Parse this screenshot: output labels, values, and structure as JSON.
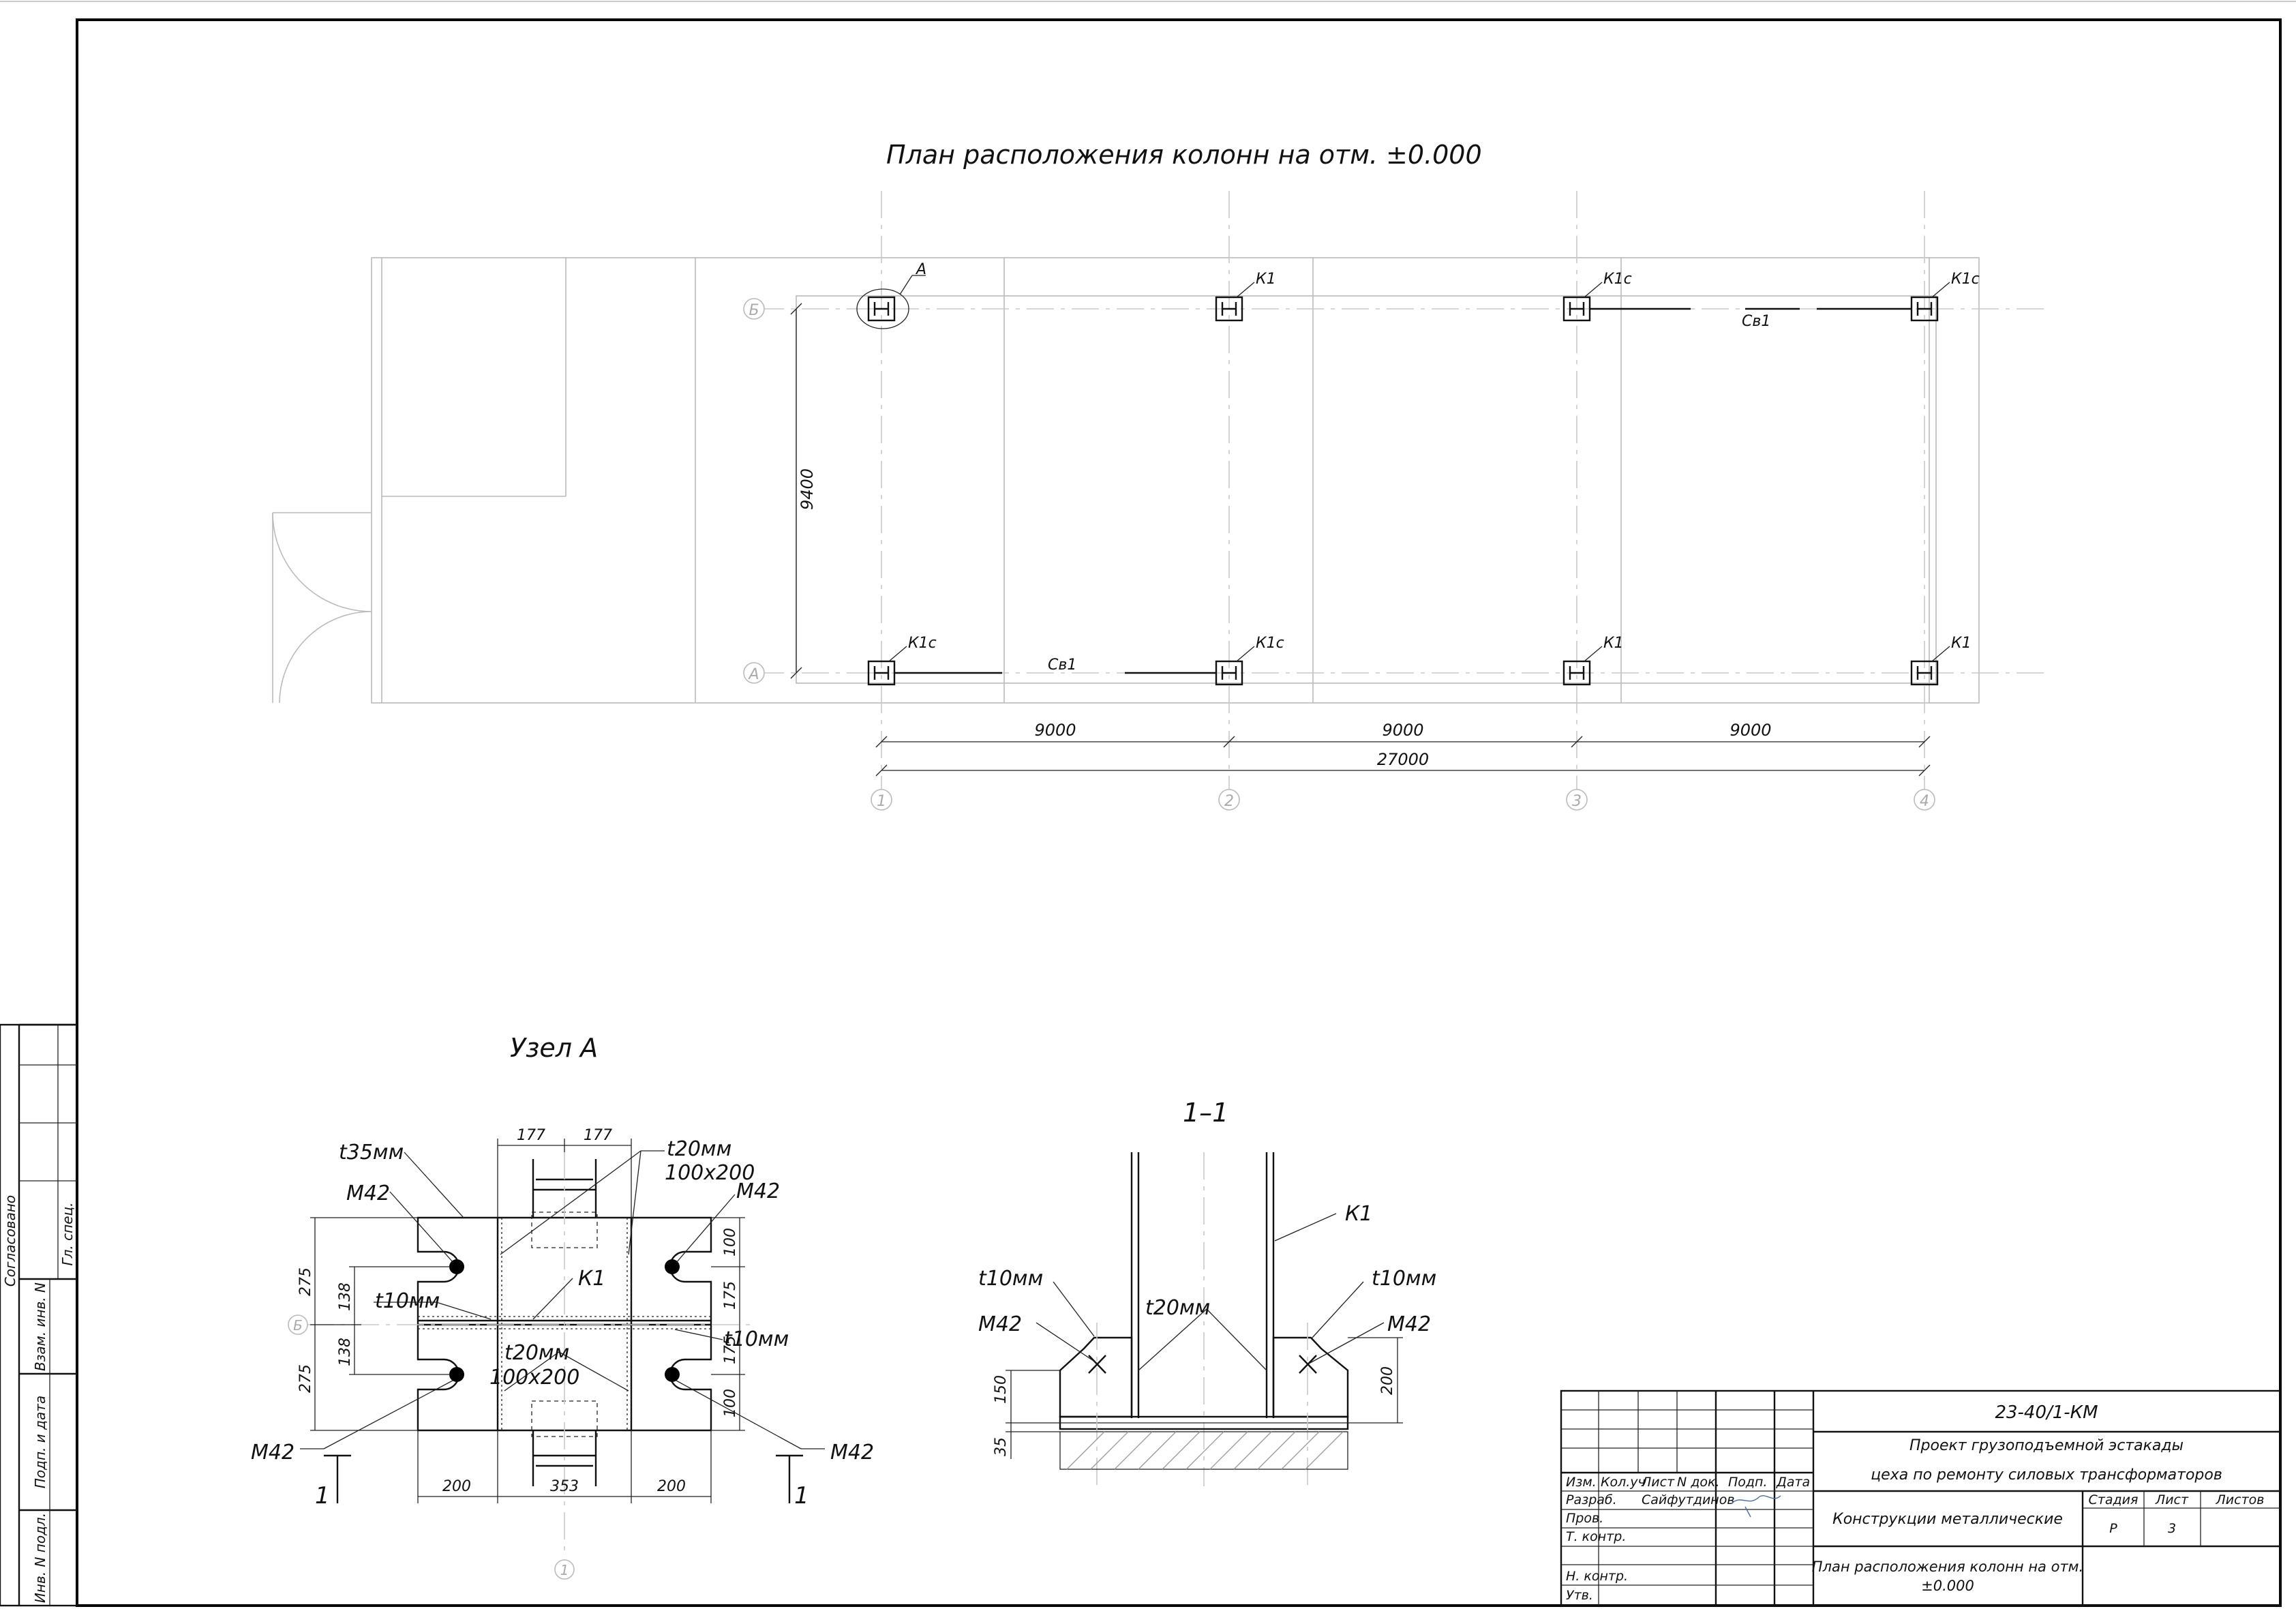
{
  "plan": {
    "title": "План расположения колонн на отм. ±0.000",
    "axis_letters": [
      "Б",
      "А"
    ],
    "axis_numbers": [
      "1",
      "2",
      "3",
      "4"
    ],
    "dims_spans": [
      "9000",
      "9000",
      "9000"
    ],
    "dim_total": "27000",
    "dim_vertical": "9400",
    "node_callout": "А",
    "tags_row_b": [
      "К1",
      "К1с",
      "К1с"
    ],
    "tags_row_a": [
      "К1с",
      "К1с",
      "К1",
      "К1"
    ],
    "brace_b": "Св1",
    "brace_a": "Св1"
  },
  "node": {
    "title": "Узел А",
    "t35": "t35мм",
    "t20": "t20мм",
    "size": "100х200",
    "t10": "t10мм",
    "m42": "M42",
    "k1": "К1",
    "axis_b": "Б",
    "axis_1": "1",
    "cut_mark": "1",
    "dims_top": [
      "177",
      "177"
    ],
    "dims_bottom": [
      "200",
      "353",
      "200"
    ],
    "dims_left": [
      "275",
      "138",
      "138",
      "275"
    ],
    "dims_right": [
      "100",
      "175",
      "175",
      "100"
    ]
  },
  "section": {
    "title": "1–1",
    "k1": "К1",
    "t10": "t10мм",
    "t20": "t20мм",
    "m42": "M42",
    "dim_150": "150",
    "dim_35": "35",
    "dim_200": "200"
  },
  "side_stamp": {
    "agreed": "Согласовано",
    "chief": "Гл. спец.",
    "swap": "Взам. инв. N",
    "sign_date": "Подп. и дата",
    "inv": "Инв. N подл."
  },
  "title_block": {
    "code": "23-40/1-КМ",
    "project_line1": "Проект грузоподъемной эстакады",
    "project_line2": "цеха по ремонту силовых трансформаторов",
    "section_name": "Конструкции металлические",
    "sheet_name_line1": "План расположения колонн на отм.",
    "sheet_name_line2": "±0.000",
    "col_headers": [
      "Изм.",
      "Кол.уч",
      "Лист",
      "N док.",
      "Подп.",
      "Дата"
    ],
    "roles": [
      "Разраб.",
      "Пров.",
      "Т. контр.",
      "",
      "Н. контр.",
      "Утв."
    ],
    "developer": "Сайфутдинов",
    "stage_label": "Стадия",
    "sheet_label": "Лист",
    "sheets_label": "Листов",
    "stage": "Р",
    "sheet": "3"
  }
}
